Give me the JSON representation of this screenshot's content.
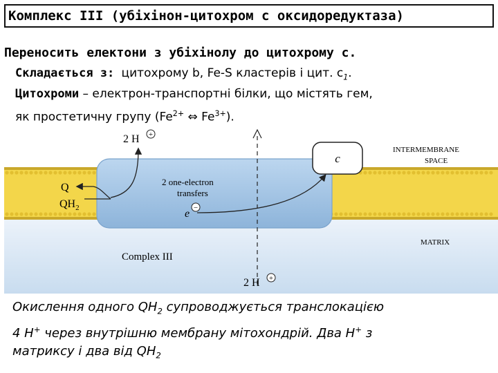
{
  "title": "Комплекс III (убіхінон-цитохром с оксидоредуктаза)",
  "line1": "Переносить електони з убіхінолу до цитохрому с.",
  "line2_label": "Складається з:",
  "line2_text": "цитохрому b, Fe-S кластерів і цит. с",
  "line2_sub": "1",
  "line2_end": ".",
  "line3_label": "Цитохроми",
  "line3_text": " – електрон-транспортні білки, що містять гем,",
  "line4_text": "як простетичну групу (Fe",
  "line4_sup1": "2+",
  "line4_arrow": "⇔",
  "line4_text2": " Fe",
  "line4_sup2": "3+",
  "line4_end": ").",
  "diagram": {
    "h_top": "2 H",
    "h_bottom": "2 H",
    "plus": "+",
    "minus": "−",
    "q": "Q",
    "qh": "QH",
    "qh_sub": "2",
    "transfer_line1": "2 one-electron",
    "transfer_line2": "transfers",
    "e": "e",
    "cyt_c": "c",
    "intermembrane_line1": "INTERMEMBRANE",
    "intermembrane_line2": "SPACE",
    "matrix": "MATRIX",
    "complex": "Complex III"
  },
  "bottom": {
    "t1": "Окислення одного QH",
    "t1_sub": "2",
    "t1_end": " супроводжується транслокацією",
    "t2": "4 H",
    "t2_sup": "+",
    "t2_mid": " через внутрішню мембрану мітохондрій. Два H",
    "t2_sup2": "+",
    "t2_end": " з",
    "t3": "матриксу і два від QH",
    "t3_sub": "2"
  },
  "colors": {
    "membrane": "#f3d64a",
    "protein": "#a9c8e6",
    "band": "#b9d3ec"
  }
}
